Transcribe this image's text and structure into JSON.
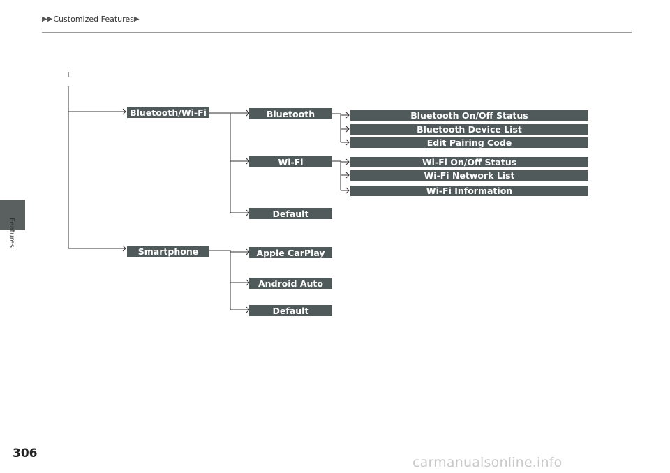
{
  "header": {
    "breadcrumb": "Customized Features"
  },
  "sidebar": {
    "section_label": "Features"
  },
  "page_number": "306",
  "watermark": "carmanualsonline.info",
  "tree": {
    "level1": {
      "bluetooth_wifi": "Bluetooth/Wi-Fi",
      "smartphone": "Smartphone"
    },
    "bluetooth_wifi_children": {
      "bluetooth": "Bluetooth",
      "wifi": "Wi-Fi",
      "default": "Default"
    },
    "bluetooth_children": {
      "on_off": "Bluetooth On/Off Status",
      "device_list": "Bluetooth Device List",
      "pairing_code": "Edit Pairing Code"
    },
    "wifi_children": {
      "on_off": "Wi-Fi On/Off Status",
      "network_list": "Wi-Fi Network List",
      "information": "Wi-Fi Information"
    },
    "smartphone_children": {
      "apple_carplay": "Apple CarPlay",
      "android_auto": "Android Auto",
      "default": "Default"
    }
  }
}
